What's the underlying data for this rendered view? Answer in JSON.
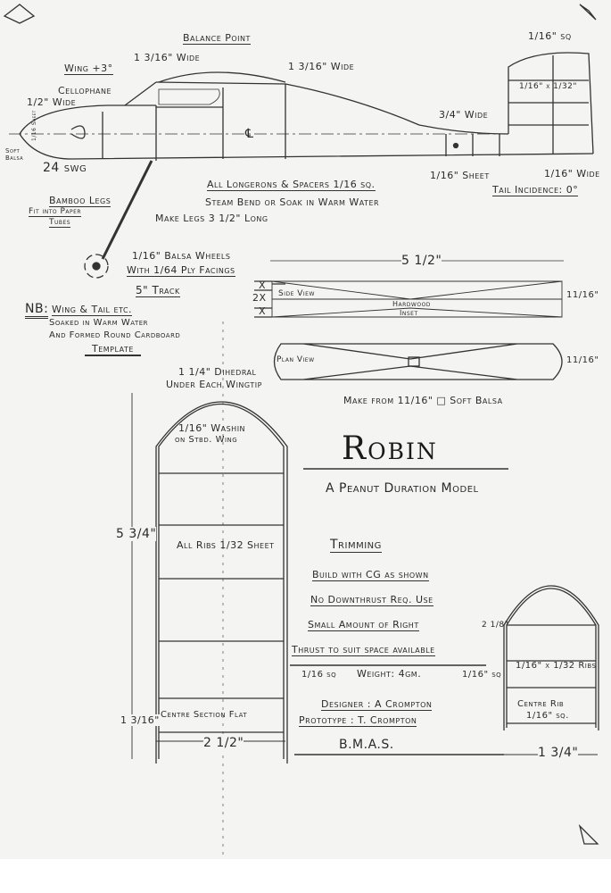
{
  "title": "Robin",
  "subtitle": "A Peanut Duration Model",
  "fuselage_labels": {
    "balance_point": "Balance Point",
    "wing_incidence": "Wing +3°",
    "cabin_width": "1 3/16\" Wide",
    "cabin_rear_width": "1 3/16\" Wide",
    "cellophane": "Cellophane",
    "nose_width": "1/2\" Wide",
    "nose_sheet": "1/16 Sheet",
    "soft_balsa": "Soft Balsa",
    "hook_wire": "24 swg",
    "centerline": "℄",
    "longerons": "All Longerons & Spacers 1/16 sq.",
    "steam_bend": "Steam Bend or Soak in Warm Water",
    "tail_width": "3/4\" Wide",
    "tail_sheet": "1/16\" Sheet",
    "tail_end_width": "1/16\" Wide",
    "tail_incidence": "Tail Incidence: 0°",
    "fin_top": "1/16\" sq",
    "fin_spar": "1/16\" x 1/32\""
  },
  "undercarriage": {
    "bamboo_legs": "Bamboo Legs",
    "fit_tubes": "Fit into Paper",
    "tubes": "Tubes",
    "leg_length": "Make Legs 3 1/2\" Long",
    "wheels": "1/16\" Balsa Wheels",
    "facings": "With 1/64 Ply Facings",
    "track": "5\" Track"
  },
  "notes": {
    "nb": "NB:",
    "wing_tail": "Wing & Tail etc.",
    "soaked": "Soaked in Warm Water",
    "formed": "And Formed Round Cardboard",
    "template": "Template"
  },
  "propeller": {
    "length": "5 1/2\"",
    "side_view": "Side View",
    "plan_view": "Plan View",
    "hardwood": "Hardwood",
    "inset": "Inset",
    "x_top": "X",
    "x_mid": "2X",
    "x_bot": "X",
    "height_side": "11/16\"",
    "height_plan": "11/16\"",
    "material": "Make from 11/16\" □ Soft Balsa"
  },
  "wing": {
    "dihedral": "1 1/4\" Dihedral",
    "under_tip": "Under Each Wingtip",
    "washin": "1/16\" Washin",
    "stbd": "on Stbd. Wing",
    "span": "5 3/4\"",
    "ribs": "All Ribs 1/32 Sheet",
    "centre_height": "1 3/16\"",
    "centre_section": "Centre Section Flat",
    "chord": "2 1/2\""
  },
  "trimming": {
    "heading": "Trimming",
    "lines": [
      "Build with CG as shown",
      "No Downthrust Req. Use",
      "Small Amount of Right",
      "Thrust to suit space available"
    ],
    "weight": "Weight: 4gm.",
    "spar_left": "1/16 sq",
    "spar_right": "1/16\" sq"
  },
  "credits": {
    "designer": "Designer : A Crompton",
    "prototype": "Prototype : T. Crompton",
    "club": "B.M.A.S."
  },
  "tailplane": {
    "height": "2 1/8\"",
    "ribs": "1/16\" x 1/32 Ribs",
    "centre_rib": "Centre Rib",
    "centre_rib_size": "1/16\" sq.",
    "chord": "1 3/4\""
  }
}
